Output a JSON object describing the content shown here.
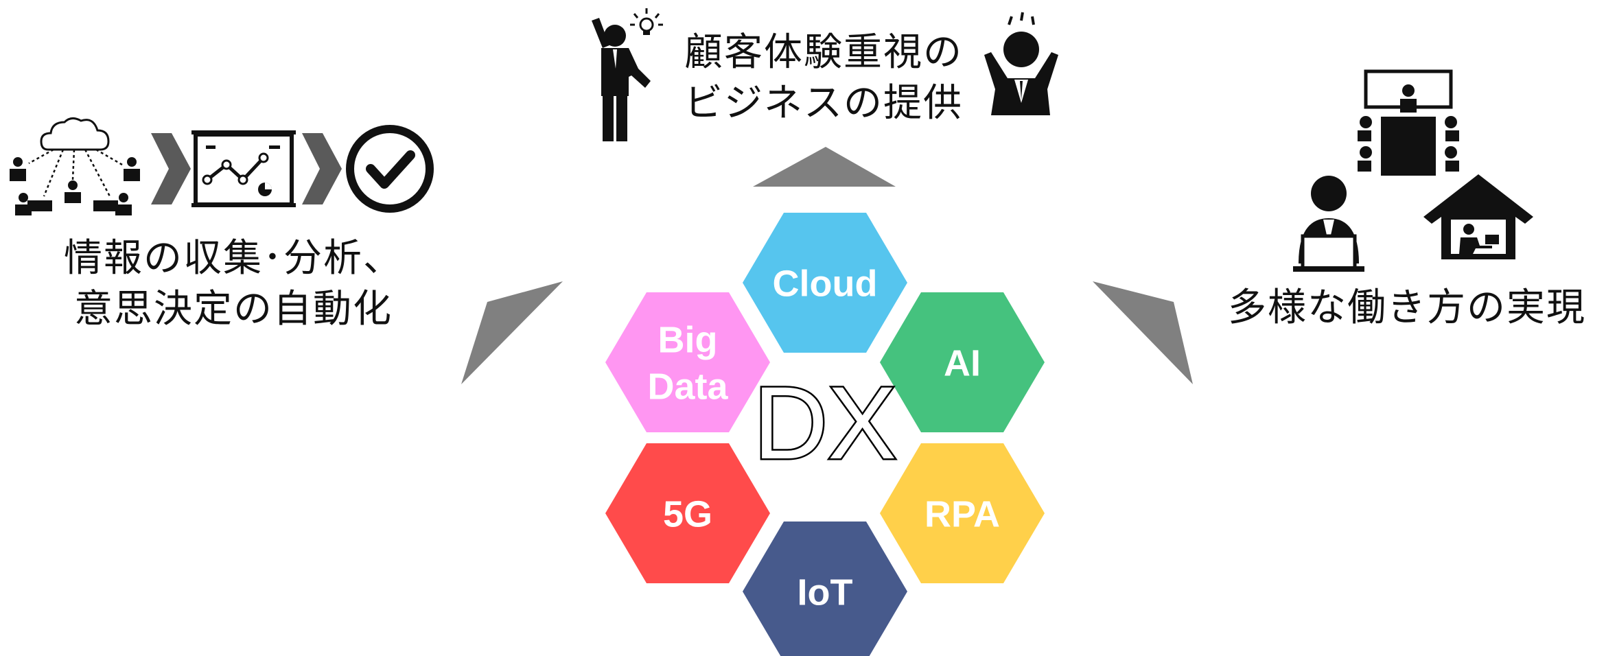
{
  "center": {
    "label": "DX",
    "hexagons": [
      {
        "label": "Cloud",
        "lines": [
          "Cloud"
        ],
        "color": "#56C5EE"
      },
      {
        "label": "Big Data",
        "lines": [
          "Big",
          "Data"
        ],
        "color": "#FF96F2"
      },
      {
        "label": "AI",
        "lines": [
          "AI"
        ],
        "color": "#45C27E"
      },
      {
        "label": "5G",
        "lines": [
          "5G"
        ],
        "color": "#FF4B4B"
      },
      {
        "label": "RPA",
        "lines": [
          "RPA"
        ],
        "color": "#FFD04A"
      },
      {
        "label": "IoT",
        "lines": [
          "IoT"
        ],
        "color": "#475A8C"
      }
    ]
  },
  "top": {
    "lines": [
      "顧客体験重視の",
      "ビジネスの提供"
    ],
    "icons": [
      "businessman-idea-icon",
      "cheering-person-icon"
    ]
  },
  "left": {
    "lines": [
      "情報の収集･分析、",
      "意思決定の自動化"
    ],
    "icons": [
      "network-people-icon",
      "chevron-right-icon",
      "analytics-board-icon",
      "chevron-right-icon",
      "check-circle-icon"
    ]
  },
  "right": {
    "lines": [
      "多様な働き方の実現"
    ],
    "icons": [
      "meeting-table-icon",
      "laptop-worker-icon",
      "home-office-icon"
    ]
  },
  "colors": {
    "arrow": "#808080",
    "icon": "#111111"
  }
}
